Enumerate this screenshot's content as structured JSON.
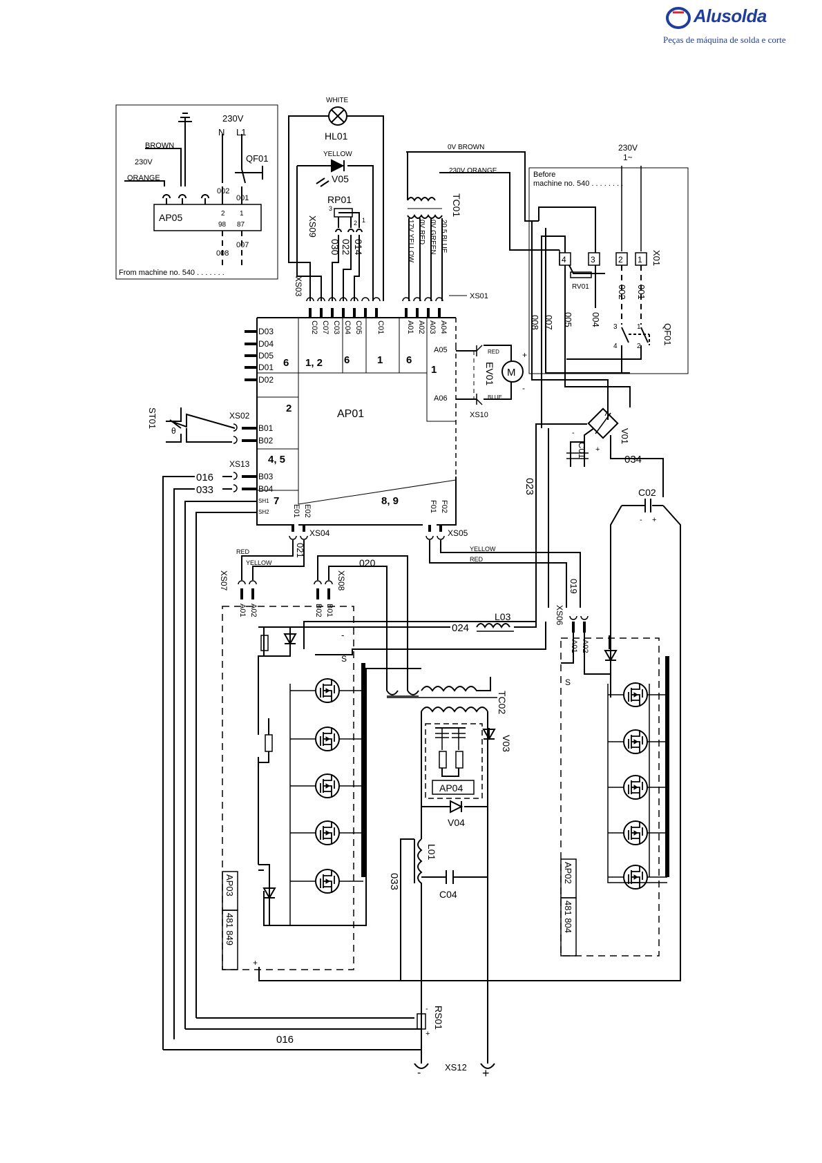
{
  "brand": {
    "name": "Alusolda",
    "tagline": "Peças de máquina de solda e corte",
    "colors": {
      "primary": "#1f3d9a",
      "accent": "#d8232a"
    }
  },
  "labels": {
    "inset_230v": "230V",
    "inset_n": "N",
    "inset_l1": "L1",
    "inset_qf01": "QF01",
    "inset_brown": "BROWN",
    "inset_230v_small": "230V",
    "inset_orange": "ORANGE",
    "inset_ap05": "AP05",
    "inset_002": "002",
    "inset_001": "001",
    "inset_t2": "2",
    "inset_t1": "1",
    "inset_98": "98",
    "inset_87": "87",
    "inset_007": "007",
    "inset_008": "008",
    "inset_from": "From machine no. 540 . . . . . . .",
    "white": "WHITE",
    "hl01": "HL01",
    "yellow": "YELLOW",
    "v05": "V05",
    "rp01": "RP01",
    "rp_3": "3",
    "rp_2": "2",
    "rp_1": "1",
    "xs09": "XS09",
    "xs03": "XS03",
    "w030": "030",
    "w022": "022",
    "w014": "014",
    "ov_brown": "0V BROWN",
    "v230_orange": "230V ORANGE",
    "tc01": "TC01",
    "w17v_yellow": "17V YELLOW",
    "w0v_red": "0V RED",
    "w0v_green": "0V GREEN",
    "w205_blue": "20.5 BLUE",
    "xs01": "XS01",
    "c02p": "C02",
    "c07p": "C07",
    "c03p": "C03",
    "c04p": "C04",
    "c05p": "C05",
    "c01p": "C01",
    "a01p": "A01",
    "a02p": "A02",
    "a03p": "A03",
    "a04p": "A04",
    "before": "Before",
    "machine_no": "machine no. 540 . . . . . . . .",
    "main_230v": "230V",
    "main_ac": "1~",
    "t4": "4",
    "t3": "3",
    "t2": "2",
    "t1": "1",
    "x01": "X01",
    "rv01": "RV01",
    "w008": "008",
    "w007": "007",
    "w005": "005",
    "w004": "004",
    "w002": "002",
    "w001": "001",
    "q3": "3",
    "q1": "1",
    "q4": "4",
    "q2": "2",
    "qf01": "QF01",
    "d03": "D03",
    "d04": "D04",
    "d05": "D05",
    "d01": "D01",
    "d02": "D02",
    "s6a": "6",
    "s12": "1, 2",
    "s6b": "6",
    "s1a": "1",
    "s6c": "6",
    "s1b": "1",
    "s2": "2",
    "s45": "4, 5",
    "s7": "7",
    "s89": "8, 9",
    "a05": "A05",
    "a06": "A06",
    "red": "RED",
    "blue": "BLUE",
    "ev01": "EV01",
    "motor": "M",
    "plus": "+",
    "minus": "-",
    "xs10": "XS10",
    "st01": "ST01",
    "theta": "θ",
    "xs02": "XS02",
    "b01": "B01",
    "b02": "B02",
    "xs13": "XS13",
    "b03": "B03",
    "b04": "B04",
    "w016": "016",
    "w033": "033",
    "sh1": "SH1",
    "sh2": "SH2",
    "ap01": "AP01",
    "e01": "E01",
    "e02": "E02",
    "f01": "F01",
    "f02": "F02",
    "xs04": "XS04",
    "xs05": "XS05",
    "w021": "021",
    "v01": "V01",
    "c01": "C01",
    "w034": "034",
    "w023": "023",
    "c02": "C02",
    "red2": "RED",
    "yellow2": "YELLOW",
    "xs07": "XS07",
    "w020": "020",
    "xs08": "XS08",
    "yellow3": "YELLOW",
    "red3": "RED",
    "w019": "019",
    "a01s": "A01",
    "a02s": "A02",
    "b02s": "B02",
    "b01s": "B01",
    "w024": "024",
    "l03": "L03",
    "xs06": "XS06",
    "a01r": "A01",
    "a02r": "A02",
    "s_left": "S",
    "s_right": "S",
    "minus_left": "-",
    "tc02": "TC02",
    "v03": "V03",
    "ap04": "AP04",
    "v04": "V04",
    "l01": "L01",
    "w033b": "033",
    "c04": "C04",
    "ap03": "AP03",
    "ap03_code": "481 849",
    "ap02": "AP02",
    "ap02_code": "481 804",
    "plus_b": "+",
    "rs01": "RS01",
    "w016b": "016",
    "xs12": "XS12",
    "neg": "-",
    "pos": "+"
  }
}
